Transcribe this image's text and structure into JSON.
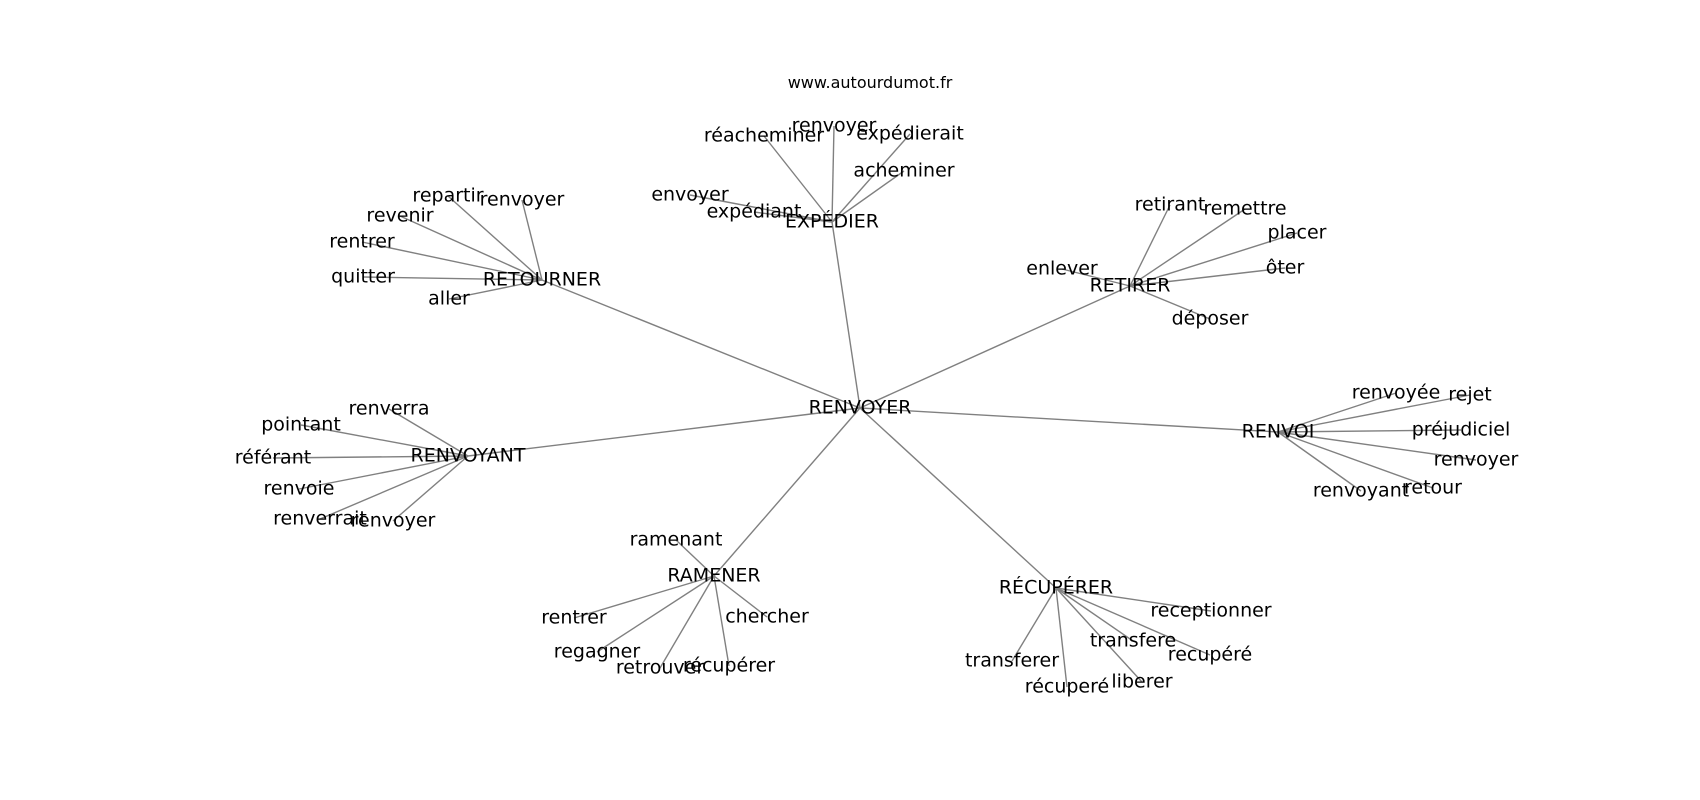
{
  "site": "www.autourdumot.fr",
  "center": "RENVOYER",
  "clusters": [
    {
      "hub": "EXPÉDIER",
      "leaves": [
        "renvoyer",
        "réacheminer",
        "expédierait",
        "acheminer",
        "envoyer",
        "expédiant"
      ]
    },
    {
      "hub": "RETOURNER",
      "leaves": [
        "repartir",
        "renvoyer",
        "revenir",
        "rentrer",
        "quitter",
        "aller"
      ]
    },
    {
      "hub": "RETIRER",
      "leaves": [
        "retirant",
        "remettre",
        "placer",
        "enlever",
        "ôter",
        "déposer"
      ]
    },
    {
      "hub": "RENVOI",
      "leaves": [
        "renvoyée",
        "rejet",
        "préjudiciel",
        "renvoyer",
        "retour",
        "renvoyant"
      ]
    },
    {
      "hub": "RENVOYANT",
      "leaves": [
        "renverra",
        "pointant",
        "référant",
        "renvoie",
        "renverrait",
        "renvoyer"
      ]
    },
    {
      "hub": "RAMENER",
      "leaves": [
        "ramenant",
        "chercher",
        "rentrer",
        "regagner",
        "retrouver",
        "récupérer"
      ]
    },
    {
      "hub": "RÉCUPÉRER",
      "leaves": [
        "receptionner",
        "transfere",
        "recupéré",
        "transferer",
        "liberer",
        "récuperé"
      ]
    }
  ]
}
